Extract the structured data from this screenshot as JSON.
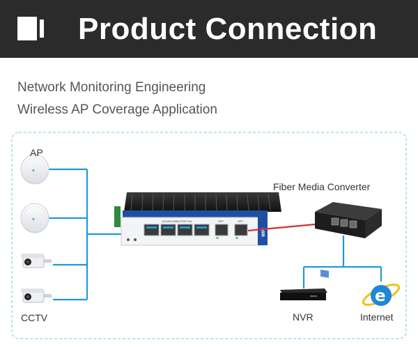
{
  "header": {
    "title": "Product Connection"
  },
  "subtitles": [
    "Network Monitoring Engineering",
    "Wireless AP Coverage Application"
  ],
  "labels": {
    "ap": "AP",
    "cctv": "CCTV",
    "fiber_media_converter": "Fiber Media Converter",
    "nvr": "NVR",
    "internet": "Internet"
  },
  "switch_panel": {
    "port_group_label": "10/100/1000M POE Port",
    "sfp_label_1": "SFP",
    "sfp_label_2": "SFP",
    "brand": "WIFI"
  },
  "colors": {
    "header_bg": "#2b2b2b",
    "link_blue": "#1e9ad6",
    "fiber_red": "#d32f2f",
    "dashed_border": "#a9d5ec",
    "switch_blue": "#1f4fa3"
  }
}
